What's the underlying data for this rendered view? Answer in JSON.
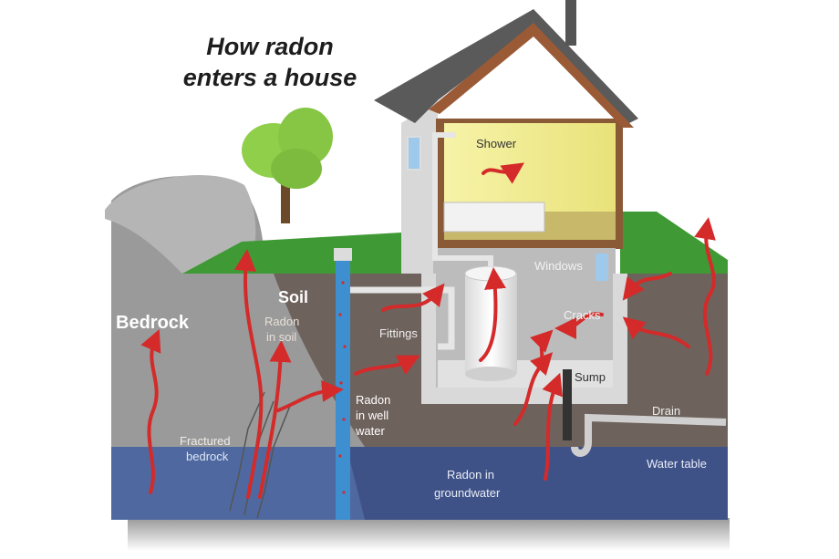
{
  "diagram": {
    "title_line1": "How radon",
    "title_line2": "enters a house",
    "labels": {
      "bedrock": "Bedrock",
      "soil": "Soil",
      "radon_in_soil_1": "Radon",
      "radon_in_soil_2": "in soil",
      "fractured_1": "Fractured",
      "fractured_2": "bedrock",
      "radon_well_1": "Radon",
      "radon_well_2": "in well",
      "radon_well_3": "water",
      "fittings": "Fittings",
      "shower": "Shower",
      "windows": "Windows",
      "cracks": "Cracks",
      "sump": "Sump",
      "drain": "Drain",
      "water_table": "Water table",
      "groundwater_1": "Radon in",
      "groundwater_2": "groundwater"
    },
    "colors": {
      "radon_arrow": "#d42a2a",
      "grass": "#3f9a35",
      "soil": "#6e625c",
      "bedrock": "#9a9a9a",
      "groundwater": "#4a5f95",
      "wall_yellow": "#f3ef9a",
      "roof": "#5a5a5a",
      "trim": "#9a5a36",
      "well": "#3d8fd0"
    }
  }
}
